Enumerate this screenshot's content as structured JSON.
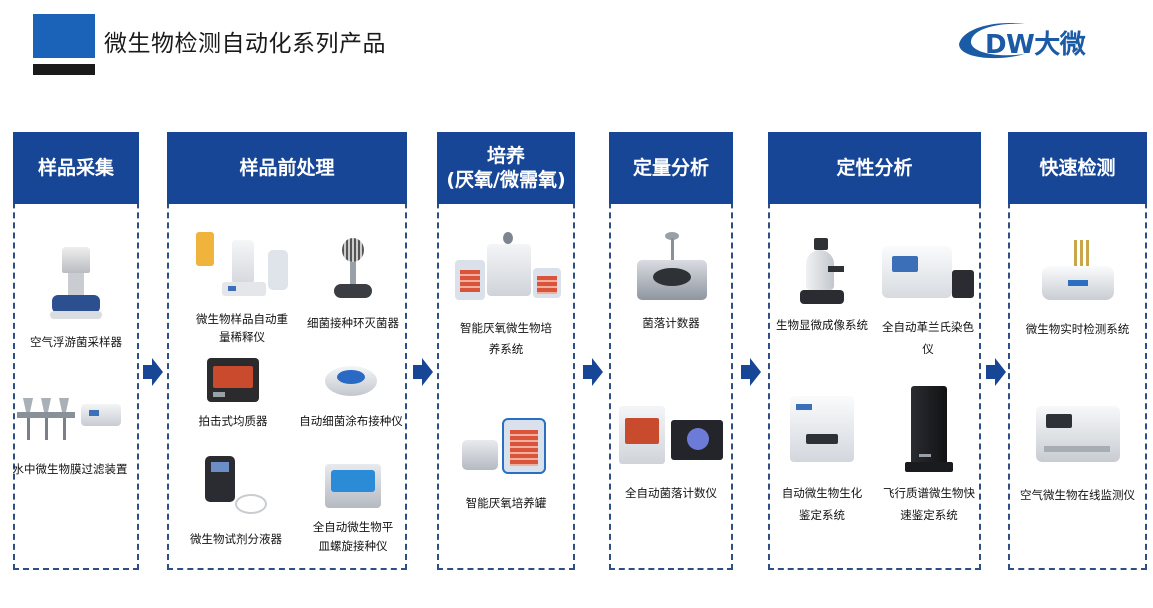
{
  "header": {
    "title": "微生物检测自动化系列产品",
    "logo_text": "DW大微",
    "brand_color": "#174697",
    "accent_color": "#1b63b8"
  },
  "columns": [
    {
      "title": "样品采集",
      "items": [
        {
          "label": "空气浮游菌采样器",
          "icon": "air-sampler-icon"
        },
        {
          "label": "水中微生物膜过滤装置",
          "icon": "membrane-filter-icon"
        }
      ]
    },
    {
      "title": "样品前处理",
      "items": [
        {
          "label_lines": [
            "微生物样品自动重",
            "量稀释仪"
          ],
          "icon": "dilutor-icon"
        },
        {
          "label": "细菌接种环灭菌器",
          "icon": "loop-sterilizer-icon"
        },
        {
          "label": "拍击式均质器",
          "icon": "homogenizer-icon"
        },
        {
          "label": "自动细菌涂布接种仪",
          "icon": "spreader-icon"
        },
        {
          "label": "微生物试剂分液器",
          "icon": "dispenser-icon"
        },
        {
          "label_lines": [
            "全自动微生物平",
            "皿螺旋接种仪"
          ],
          "icon": "spiral-plater-icon"
        }
      ]
    },
    {
      "title_lines": [
        "培养",
        "(厌氧/微需氧)"
      ],
      "items": [
        {
          "label_lines": [
            "智能厌氧微生物培",
            "养系统"
          ],
          "icon": "anaerobic-system-icon"
        },
        {
          "label": "智能厌氧培养罐",
          "icon": "anaerobic-jar-icon"
        }
      ]
    },
    {
      "title": "定量分析",
      "items": [
        {
          "label": "菌落计数器",
          "icon": "colony-counter-icon"
        },
        {
          "label": "全自动菌落计数仪",
          "icon": "auto-colony-counter-icon"
        }
      ]
    },
    {
      "title": "定性分析",
      "items": [
        {
          "label": "生物显微成像系统",
          "icon": "microscope-icon"
        },
        {
          "label_lines": [
            "全自动革兰氏染色",
            "仪"
          ],
          "icon": "gram-stainer-icon"
        },
        {
          "label_lines": [
            "自动微生物生化",
            "鉴定系统"
          ],
          "icon": "biochem-id-icon"
        },
        {
          "label_lines": [
            "飞行质谱微生物快",
            "速鉴定系统"
          ],
          "icon": "maldi-tof-icon"
        }
      ]
    },
    {
      "title": "快速检测",
      "items": [
        {
          "label": "微生物实时检测系统",
          "icon": "realtime-detector-icon"
        },
        {
          "label": "空气微生物在线监测仪",
          "icon": "air-monitor-icon"
        }
      ]
    }
  ]
}
